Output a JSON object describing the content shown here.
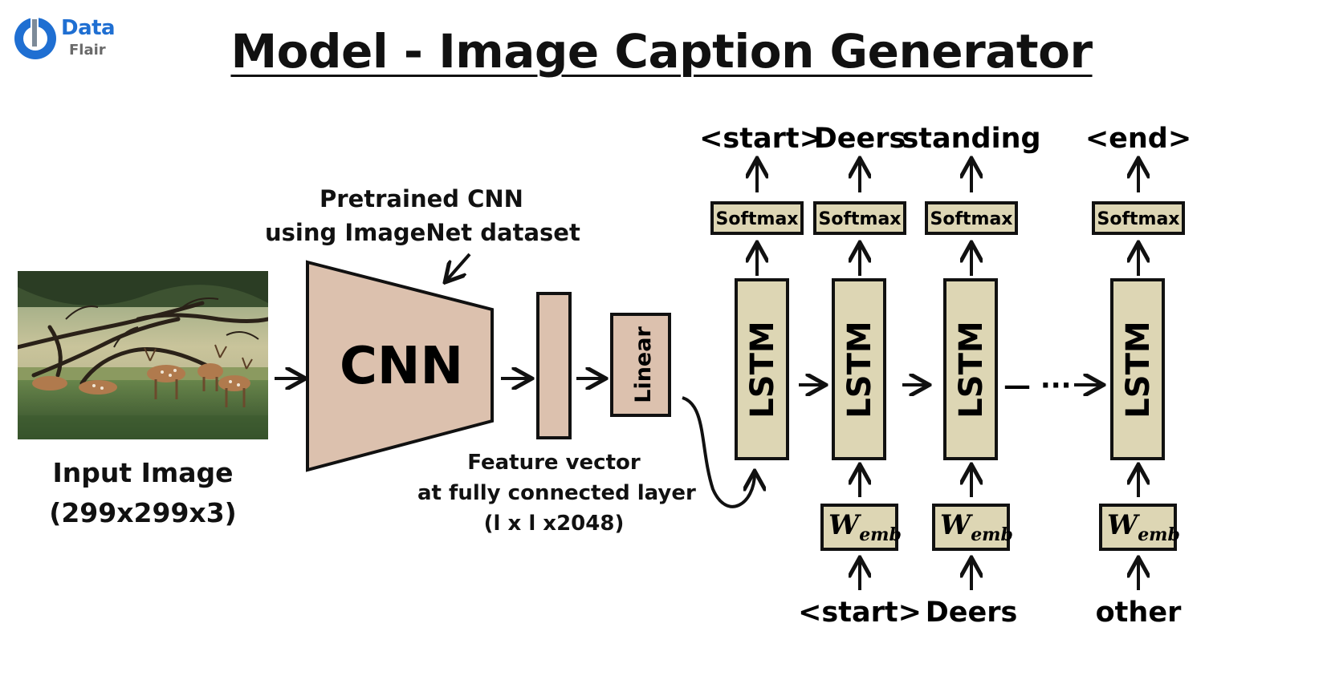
{
  "header": {
    "title": "Model - Image Caption Generator",
    "logo": {
      "line1": "Data",
      "line2": "Flair"
    }
  },
  "input": {
    "label_line1": "Input Image",
    "label_line2": "(299x299x3)"
  },
  "cnn": {
    "label": "CNN",
    "note_line1": "Pretrained CNN",
    "note_line2": "using ImageNet dataset"
  },
  "feature": {
    "line1": "Feature vector",
    "line2": "at fully connected layer",
    "line3": "(l x l x2048)"
  },
  "linear": {
    "label": "Linear"
  },
  "lstm": {
    "label": "LSTM",
    "ellipsis": "— ···"
  },
  "softmax": {
    "label": "Softmax"
  },
  "wemb": {
    "main": "W",
    "sub": "emb"
  },
  "outputs": [
    "<start>",
    "Deers",
    "standing",
    "<end>"
  ],
  "inputs": [
    "<start>",
    "Deers",
    "other"
  ],
  "colors": {
    "cnn_fill": "#dcc1ae",
    "lstm_fill": "#ddd6b4",
    "stroke": "#111111",
    "logo_blue": "#1f6fd2"
  }
}
